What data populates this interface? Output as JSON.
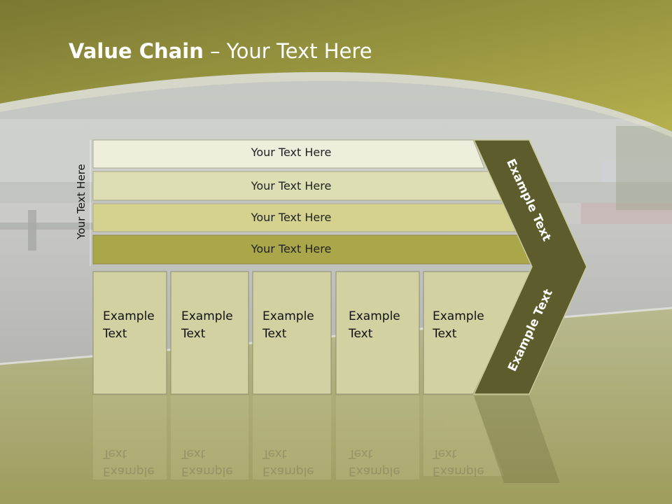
{
  "slide": {
    "title_bold": "Value Chain",
    "title_rest": " – Your Text Here",
    "side_label": "Your Text Here",
    "bars": [
      "Your Text Here",
      "Your Text Here",
      "Your Text Here",
      "Your Text Here"
    ],
    "boxes": [
      "Example\nText",
      "Example\nText",
      "Example\nText",
      "Example\nText",
      "Example\nText"
    ],
    "chevron_upper": "Example Text",
    "chevron_lower": "Example Text"
  },
  "colors": {
    "header": "#9b9a3c",
    "bar1": "#eeeedd",
    "bar2": "#dedeb4",
    "bar3": "#d4d28e",
    "bar4": "#aaa64a",
    "box": "#d2d1a1",
    "chevron": "#5c5c2c"
  }
}
